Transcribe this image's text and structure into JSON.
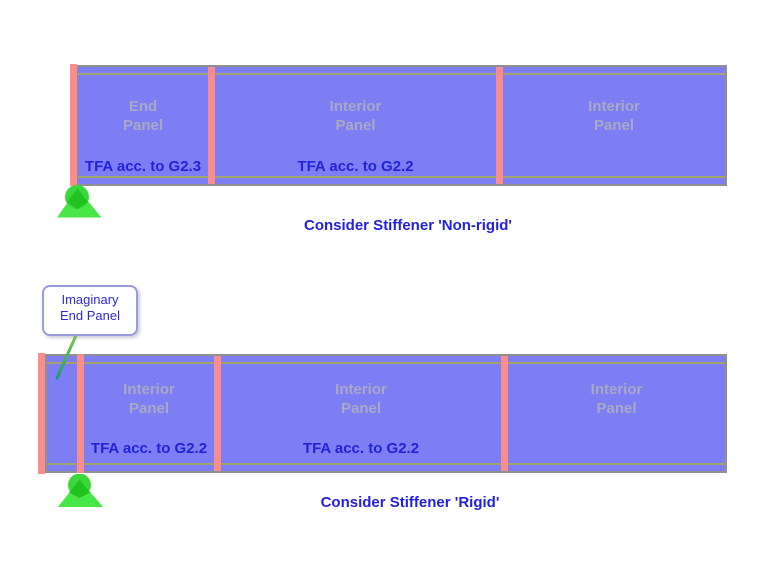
{
  "top": {
    "panels": [
      {
        "title1": "End",
        "title2": "Panel",
        "tfa": "TFA acc. to G2.3"
      },
      {
        "title1": "Interior",
        "title2": "Panel",
        "tfa": "TFA acc. to G2.2"
      },
      {
        "title1": "Interior",
        "title2": "Panel"
      }
    ],
    "caption": "Consider Stiffener 'Non-rigid'"
  },
  "bottom": {
    "callout_line1": "Imaginary",
    "callout_line2": "End Panel",
    "panels": [
      {
        "title1": "Interior",
        "title2": "Panel",
        "tfa": "TFA acc. to G2.2"
      },
      {
        "title1": "Interior",
        "title2": "Panel",
        "tfa": "TFA acc. to G2.2"
      },
      {
        "title1": "Interior",
        "title2": "Panel"
      }
    ],
    "caption": "Consider Stiffener 'Rigid'"
  },
  "colors": {
    "panel_fill": "#7d7df4",
    "stiffener_pink": "#f98d8d",
    "beam_border_gray": "#8f8f8f",
    "flange_line_olive": "#a3a36e",
    "panel_title_gray": "#a9a9c6",
    "text_blue": "#2323d6",
    "support_green": "#3bd83b",
    "support_green_dark": "#1fc21f",
    "callout_border": "#9a9ae0",
    "leader_teal": "#1b9a70"
  }
}
